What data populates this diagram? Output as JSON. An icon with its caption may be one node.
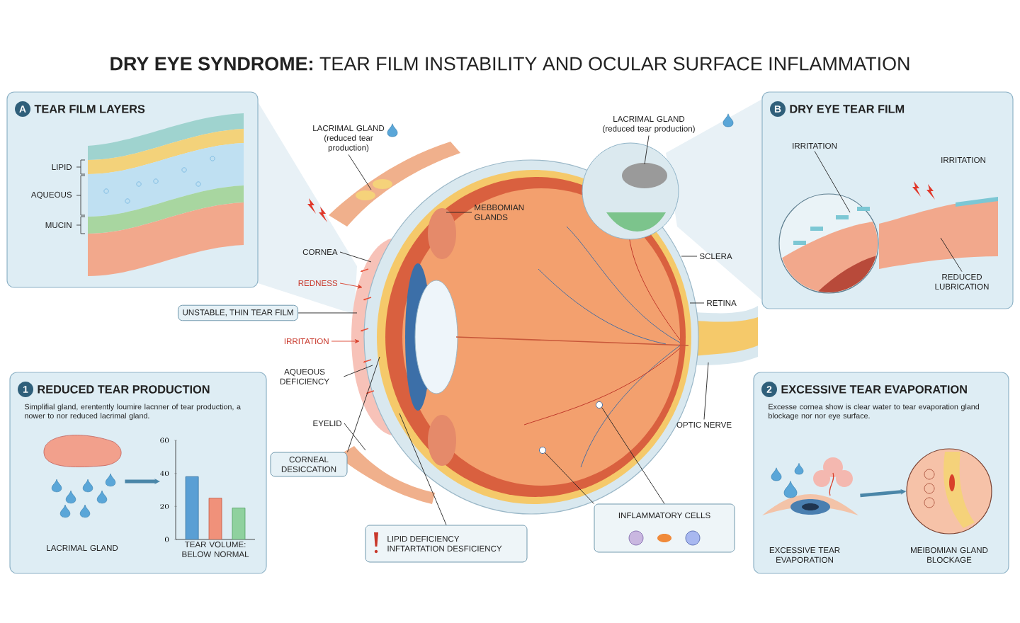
{
  "diagram": {
    "title": "**DRY EYE SYNDROME:** TEAR FILM INSTABILITY AND OCULAR SURFACE INFLAMMATION",
    "nodes": [
      {
        "text": [
          "A",
          "TEAR FILM LAYERS"
        ]
      },
      {
        "text": [
          "B",
          "DRY EYE TEAR FILM"
        ]
      },
      {
        "text": [
          "1",
          "REDUCED TEAR PRODUCTION",
          "Simplifial gland, erentently loumire lacnner of tear production, a nower to nor reduced lacrimal gland."
        ]
      },
      {
        "text": [
          "2",
          "EXCESSIVE TEAR EVAPORATION",
          "Excesse cornea show is clear water to tear evaporation gland blockage nor nor eye surface."
        ]
      },
      {
        "text": [],
        "shape": "picture"
      },
      {
        "text": [
          "LACRIMAL GLAND",
          "(reduced tear production)"
        ]
      },
      {
        "text": [
          "LACRIMAL GLAND",
          "(reduced tear production)"
        ]
      },
      {
        "text": [
          "MEBBOMIAN GLANDS"
        ],
        "in": 4
      },
      {
        "text": [
          "CORNEA"
        ]
      },
      {
        "text": [
          "REDNESS"
        ]
      },
      {
        "text": [
          "UNSTABLE, THIN TEAR FILM"
        ]
      },
      {
        "text": [
          "IRRITATION"
        ]
      },
      {
        "text": [
          "AQUEOUS DEFICIENCY"
        ]
      },
      {
        "text": [
          "EYELID"
        ]
      },
      {
        "text": [
          "CORNEAL DESICCATION"
        ]
      },
      {
        "text": [
          "SCLERA"
        ]
      },
      {
        "text": [
          "RETINA"
        ]
      },
      {
        "text": [
          "OPTIC NERVE"
        ]
      },
      {
        "text": [
          "INFLAMMATORY CELLS"
        ]
      },
      {
        "text": [
          "LIPID DEFICIENCY",
          "INFTARTATION DESFICIENCY"
        ]
      },
      {
        "text": [
          "IRRITATION"
        ],
        "in": 1
      },
      {
        "text": [
          "IRRITATION"
        ],
        "in": 1
      },
      {
        "text": [
          "REDUCED LUBRICATION"
        ],
        "in": 1
      },
      {
        "text": [],
        "shape": "picture",
        "in": 2,
        "beside": [
          "LACRIMAL GLAND"
        ]
      },
      {
        "text": [],
        "shape": "picture",
        "in": 3,
        "beside": [
          "EXCESSIVE TEAR EVAPORATION"
        ]
      },
      {
        "text": [],
        "shape": "picture",
        "in": 3,
        "beside": [
          "MEIBOMIAN GLAND BLOCKAGE"
        ]
      },
      {
        "text": [],
        "shape": "picture",
        "in": 1
      },
      {
        "text": [],
        "shape": "picture",
        "in": 1
      },
      {
        "text": [],
        "shape": "circle",
        "in": 4
      },
      {
        "text": [],
        "shape": "circle",
        "in": 4
      }
    ],
    "edges": [
      {
        "from": 5,
        "to": 4,
        "arrow": "none"
      },
      {
        "from": 6,
        "to": 4,
        "arrow": "none"
      },
      {
        "from": 7,
        "to": 4,
        "arrow": "none"
      },
      {
        "from": 8,
        "to": 4,
        "arrow": "none"
      },
      {
        "from": 9,
        "to": 4,
        "arrow": "to",
        "color": "#d9402b"
      },
      {
        "from": 10,
        "to": 4,
        "arrow": "none"
      },
      {
        "from": 11,
        "to": 4,
        "arrow": "to",
        "color": "#d9402b"
      },
      {
        "from": 12,
        "to": 4,
        "arrow": "none"
      },
      {
        "from": 13,
        "to": 4,
        "arrow": "none"
      },
      {
        "from": 14,
        "to": 4,
        "arrow": "none"
      },
      {
        "from": 15,
        "to": 4,
        "arrow": "none"
      },
      {
        "from": 16,
        "to": 4,
        "arrow": "none"
      },
      {
        "from": 17,
        "to": 4,
        "arrow": "none"
      },
      {
        "from": 18,
        "to": 28,
        "arrow": "none"
      },
      {
        "from": 18,
        "to": 29,
        "arrow": "none"
      },
      {
        "from": 19,
        "to": 4,
        "arrow": "none"
      },
      {
        "from": 20,
        "to": 26,
        "arrow": "none"
      },
      {
        "from": 22,
        "to": 27,
        "arrow": "none"
      },
      {
        "from": 23,
        "to": null,
        "arrow": "to",
        "style": "thick",
        "color": "#4a86a8"
      },
      {
        "from": 24,
        "to": 25,
        "arrow": "to",
        "style": "thick",
        "color": "#4a86a8"
      }
    ],
    "labels": [
      "LIPID",
      "AQUEOUS",
      "MUCIN"
    ],
    "chart_data": {
      "type": "bar",
      "xlabel": "TEAR VOLUME: BELOW NORMAL",
      "values": [
        38,
        25,
        19
      ],
      "ylim": [
        0,
        60
      ],
      "yticks": [
        0,
        20,
        40,
        60
      ]
    }
  }
}
